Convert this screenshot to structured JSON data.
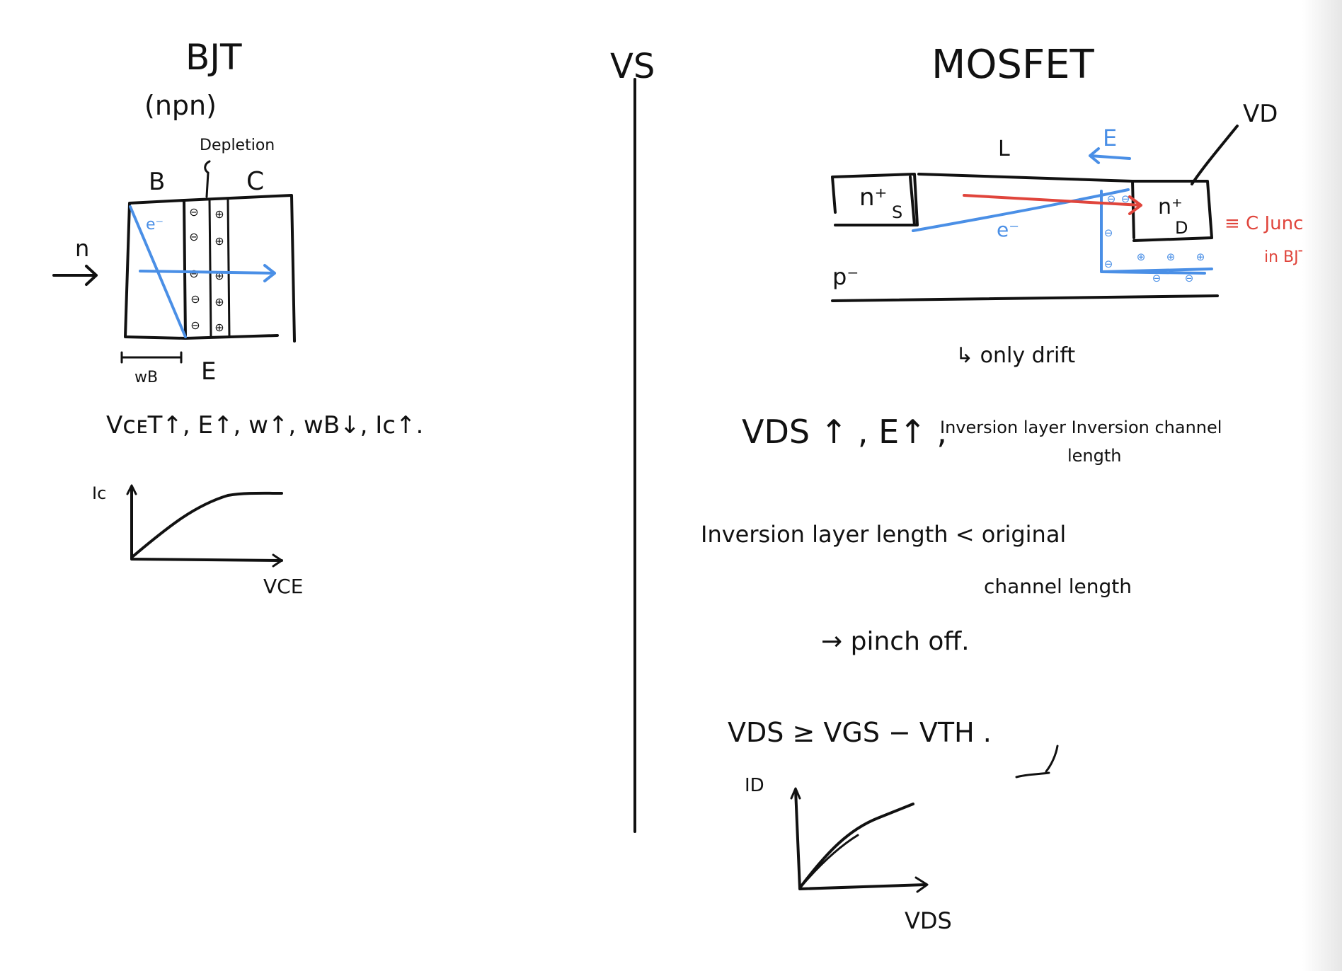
{
  "bjt": {
    "title": "BJT",
    "type": "(npn)",
    "depletion_label": "Depletion",
    "base_label": "B",
    "collector_label": "C",
    "emitter_label": "E",
    "electron_label": "e⁻",
    "n_arrow_label": "n",
    "width_label": "wB",
    "effect": "VᴄᴇT↑, E↑, w↑, wB↓, Ic↑.",
    "graph": {
      "y_label": "Ic",
      "x_label": "VCE"
    }
  },
  "divider": {
    "label": "VS"
  },
  "mosfet": {
    "title": "MOSFET",
    "source_label": "n⁺",
    "source_sub": "S",
    "drain_label": "n⁺",
    "drain_sub": "D",
    "substrate_label": "p⁻",
    "length_label": "L",
    "field_label": "E",
    "electron_label": "e⁻",
    "vd_label": "VD",
    "note_red_1": "≡ C Junction",
    "note_red_2": "in BJT",
    "only_drift": "↳ only drift",
    "effect_prefix": "VDS ↑ , E↑ ,",
    "effect_line1": "Inversion layer Inversion channel",
    "effect_line2": "length",
    "inversion_line1": "Inversion layer length < original",
    "inversion_line2": "channel length",
    "pinch": "→ pinch off.",
    "condition": "VDS ≥ VGS − VTH .",
    "graph": {
      "y_label": "ID",
      "x_label": "VDS"
    }
  },
  "colors": {
    "ink": "#111111",
    "blue": "#4a8fe6",
    "red": "#e0453c"
  }
}
